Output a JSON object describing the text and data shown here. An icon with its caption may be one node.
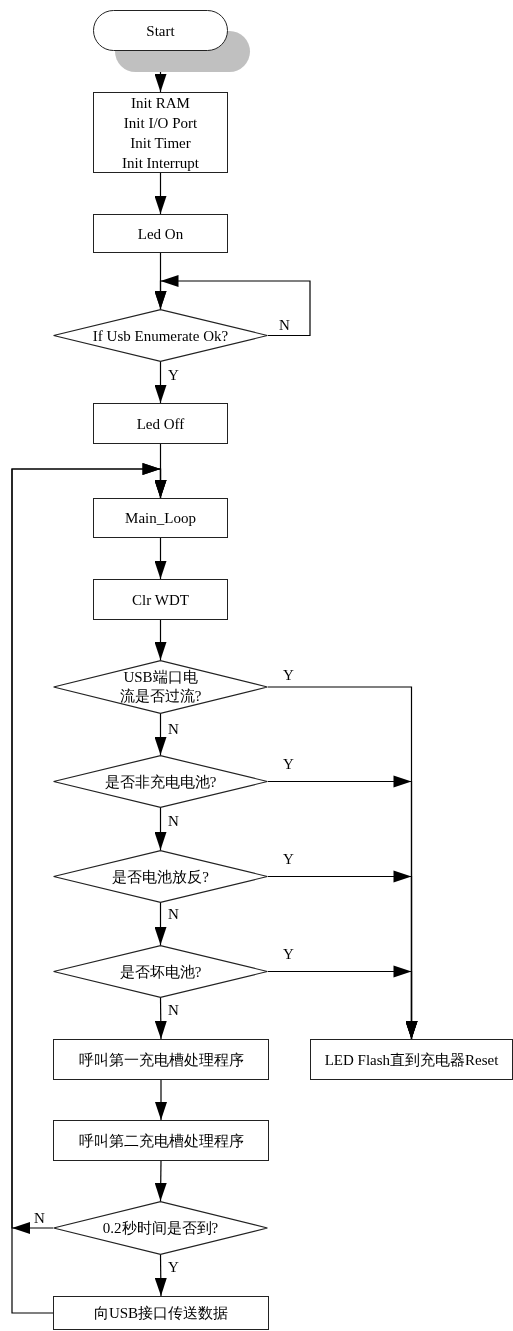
{
  "diagram": {
    "nodes": [
      {
        "text": [
          "Start"
        ]
      },
      {
        "text": [
          "Init RAM",
          "Init I/O Port",
          "Init Timer",
          "Init Interrupt"
        ]
      },
      {
        "text": [
          "Led On"
        ]
      },
      {
        "text": [
          "If Usb Enumerate Ok?"
        ]
      },
      {
        "text": [
          "Led Off"
        ]
      },
      {
        "text": [
          "Main_Loop"
        ]
      },
      {
        "text": [
          "Clr WDT"
        ]
      },
      {
        "text": [
          "USB端口电流是否过流?"
        ]
      },
      {
        "text": [
          "是否非充电电池?"
        ]
      },
      {
        "text": [
          "是否电池放反?"
        ]
      },
      {
        "text": [
          "是否坏电池?"
        ]
      },
      {
        "text": [
          "呼叫第一充电槽处理程序"
        ]
      },
      {
        "text": [
          "LED Flash直到充电器Reset"
        ]
      },
      {
        "text": [
          "呼叫第二充电槽处理程序"
        ]
      },
      {
        "text": [
          "0.2秒时间是否到?"
        ]
      },
      {
        "text": [
          "向USB接口传送数据"
        ]
      }
    ],
    "edges": [
      {
        "from": 0,
        "to": 1,
        "arrow": "to"
      },
      {
        "from": 1,
        "to": 2,
        "arrow": "to"
      },
      {
        "from": 2,
        "to": 3,
        "arrow": "to"
      },
      {
        "from": 3,
        "to": 4,
        "arrow": "to",
        "label": "Y"
      },
      {
        "from": 3,
        "to": 3,
        "arrow": "to",
        "label": "N"
      },
      {
        "from": 4,
        "to": 5,
        "arrow": "to"
      },
      {
        "from": 5,
        "to": 6,
        "arrow": "to"
      },
      {
        "from": 6,
        "to": 7,
        "arrow": "to"
      },
      {
        "from": 7,
        "to": 8,
        "arrow": "to",
        "label": "N"
      },
      {
        "from": 7,
        "to": 12,
        "arrow": "to",
        "label": "Y"
      },
      {
        "from": 8,
        "to": 9,
        "arrow": "to",
        "label": "N"
      },
      {
        "from": 8,
        "to": 12,
        "arrow": "to",
        "label": "Y"
      },
      {
        "from": 9,
        "to": 10,
        "arrow": "to",
        "label": "N"
      },
      {
        "from": 9,
        "to": 12,
        "arrow": "to",
        "label": "Y"
      },
      {
        "from": 10,
        "to": 11,
        "arrow": "to",
        "label": "N"
      },
      {
        "from": 10,
        "to": 12,
        "arrow": "to",
        "label": "Y"
      },
      {
        "from": 11,
        "to": 13,
        "arrow": "to"
      },
      {
        "from": 13,
        "to": 14,
        "arrow": "to"
      },
      {
        "from": 14,
        "to": 15,
        "arrow": "to",
        "label": "Y"
      },
      {
        "from": 14,
        "to": 5,
        "arrow": "to",
        "label": "N"
      },
      {
        "from": 15,
        "to": 5,
        "arrow": "to"
      }
    ]
  }
}
